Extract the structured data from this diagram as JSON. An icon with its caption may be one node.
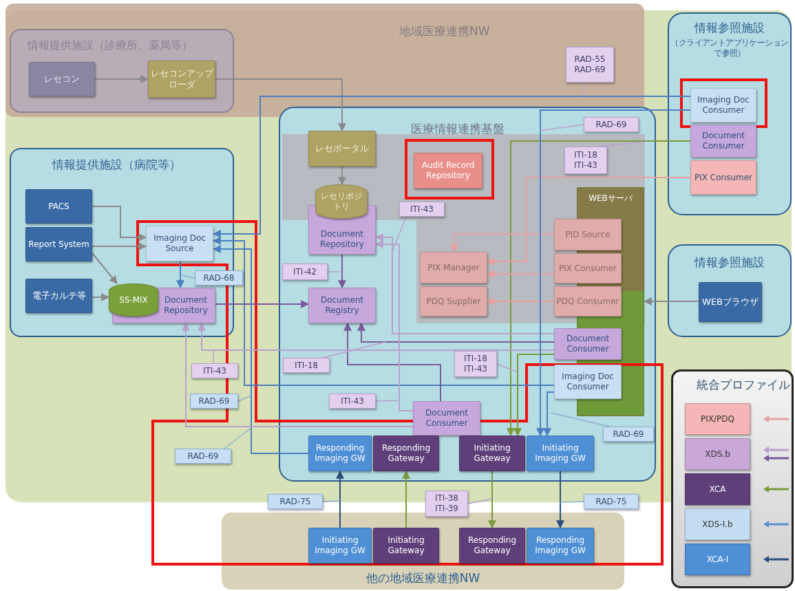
{
  "diagram": {
    "nodes": [
      {
        "text": [
          "地域医療連携NW"
        ]
      },
      {
        "text": [
          "情報提供施設（診療所、薬局等）"
        ],
        "in": 0
      },
      {
        "text": [
          "レセコン"
        ],
        "in": 1
      },
      {
        "text": [
          "レセコンアップローダ"
        ],
        "in": 1
      },
      {
        "text": [
          "情報提供施設（病院等）"
        ]
      },
      {
        "text": [
          "PACS"
        ],
        "in": 4
      },
      {
        "text": [
          "Report System"
        ],
        "in": 4
      },
      {
        "text": [
          "電子カルテ等"
        ],
        "in": 4
      },
      {
        "text": [
          "Imaging Doc Source"
        ],
        "in": 4
      },
      {
        "text": [
          "SS-MIX"
        ],
        "in": 4
      },
      {
        "text": [
          "Document Repository"
        ],
        "in": 4
      },
      {
        "text": [
          "医療情報連携基盤"
        ]
      },
      {
        "text": [
          "レセポータル"
        ],
        "in": 11
      },
      {
        "text": [
          "Audit Record Repository"
        ],
        "in": 11
      },
      {
        "text": [
          "WEBサーバ"
        ],
        "in": 11
      },
      {
        "text": [
          "レセリポジトリ"
        ],
        "in": 11
      },
      {
        "text": [
          "Document Repository"
        ],
        "in": 11
      },
      {
        "text": [
          "PID Source"
        ],
        "in": 11
      },
      {
        "text": [
          "PIX Manager"
        ],
        "in": 11
      },
      {
        "text": [
          "PIX Consumer"
        ],
        "in": 11
      },
      {
        "text": [
          "PDQ Supplier"
        ],
        "in": 11
      },
      {
        "text": [
          "PDQ Consumer"
        ],
        "in": 11
      },
      {
        "text": [
          "Document Registry"
        ],
        "in": 11
      },
      {
        "text": [
          "Document Consumer"
        ],
        "in": 11
      },
      {
        "text": [
          "Imaging Doc Consumer"
        ],
        "in": 11
      },
      {
        "text": [
          "Document Consumer"
        ],
        "in": 11
      },
      {
        "text": [
          "Responding Imaging GW"
        ],
        "in": 11
      },
      {
        "text": [
          "Responding Gateway"
        ],
        "in": 11
      },
      {
        "text": [
          "Initiating Gateway"
        ],
        "in": 11
      },
      {
        "text": [
          "Initiating Imaging GW"
        ],
        "in": 11
      },
      {
        "text": [
          "情報参照施設",
          "（クライアントアプリケーションで参照）"
        ]
      },
      {
        "text": [
          "Imaging Doc Consumer"
        ],
        "in": 30
      },
      {
        "text": [
          "Document Consumer"
        ],
        "in": 30
      },
      {
        "text": [
          "PIX Consumer"
        ],
        "in": 30
      },
      {
        "text": [
          "情報参照施設"
        ]
      },
      {
        "text": [
          "WEBブラウザ"
        ],
        "in": 34
      },
      {
        "text": [
          "他の地域医療連携NW"
        ]
      },
      {
        "text": [
          "Initiating Imaging GW"
        ],
        "in": 36
      },
      {
        "text": [
          "Initiating Gateway"
        ],
        "in": 36
      },
      {
        "text": [
          "Responding Gateway"
        ],
        "in": 36
      },
      {
        "text": [
          "Responding Imaging GW"
        ],
        "in": 36
      },
      {
        "text": [
          "RAD-55 RAD-69"
        ],
        "in": 0
      },
      {
        "text": [
          "RAD-69"
        ],
        "in": 11
      },
      {
        "text": [
          "ITI-18 ITI-43"
        ],
        "in": 11
      },
      {
        "text": [
          "ITI-43"
        ],
        "in": 11
      },
      {
        "text": [
          "ITI-42"
        ],
        "in": 11
      },
      {
        "text": [
          "RAD-68"
        ]
      },
      {
        "text": [
          "ITI-43"
        ]
      },
      {
        "text": [
          "ITI-18"
        ],
        "in": 11
      },
      {
        "text": [
          "ITI-18 ITI-43"
        ],
        "in": 11
      },
      {
        "text": [
          "RAD-69"
        ]
      },
      {
        "text": [
          "ITI-43"
        ],
        "in": 11
      },
      {
        "text": [
          "RAD-69"
        ]
      },
      {
        "text": [
          "RAD-69"
        ],
        "in": 11
      },
      {
        "text": [
          "RAD-75"
        ]
      },
      {
        "text": [
          "ITI-38 ITI-39"
        ]
      },
      {
        "text": [
          "RAD-75"
        ]
      }
    ],
    "edges": [
      {
        "from": 2,
        "to": 3,
        "arrow": "to"
      },
      {
        "from": 3,
        "to": 12,
        "arrow": "to"
      },
      {
        "from": 12,
        "to": 15,
        "arrow": "to"
      },
      {
        "from": 5,
        "to": 8,
        "arrow": "to"
      },
      {
        "from": 6,
        "to": 8,
        "arrow": "to"
      },
      {
        "from": 6,
        "to": 9,
        "arrow": "to"
      },
      {
        "from": 7,
        "to": 9,
        "arrow": "to"
      },
      {
        "from": 8,
        "to": 10,
        "arrow": "to",
        "color": "#4a7fc0"
      },
      {
        "from": 10,
        "to": 22,
        "arrow": "to",
        "color": "#7a5a9a"
      },
      {
        "from": 16,
        "to": 22,
        "arrow": "to",
        "color": "#7a5a9a"
      },
      {
        "from": 31,
        "to": 8,
        "arrow": "to",
        "color": "#4a7fc0"
      },
      {
        "from": 24,
        "to": 8,
        "arrow": "to",
        "color": "#4a7fc0"
      },
      {
        "from": 26,
        "to": 8,
        "arrow": "to",
        "color": "#4a7fc0"
      },
      {
        "from": 32,
        "to": 28,
        "arrow": "to",
        "color": "#7a9a3a"
      },
      {
        "from": 23,
        "to": 28,
        "arrow": "to",
        "color": "#7a9a3a"
      },
      {
        "from": 33,
        "to": 18,
        "arrow": "to",
        "color": "#e8a0a0"
      },
      {
        "from": 17,
        "to": 18,
        "arrow": "to",
        "color": "#e8a0a0"
      },
      {
        "from": 19,
        "to": 18,
        "arrow": "to",
        "color": "#e8a0a0"
      },
      {
        "from": 21,
        "to": 20,
        "arrow": "to",
        "color": "#e8a0a0"
      },
      {
        "from": 35,
        "to": 14,
        "arrow": "to"
      },
      {
        "from": 23,
        "to": 22,
        "arrow": "to",
        "color": "#7a5a9a"
      },
      {
        "from": 25,
        "to": 22,
        "arrow": "to",
        "color": "#7a5a9a"
      },
      {
        "from": 23,
        "to": 16,
        "arrow": "to",
        "color": "#b8a0cc"
      },
      {
        "from": 25,
        "to": 16,
        "arrow": "to",
        "color": "#b8a0cc"
      },
      {
        "from": 23,
        "to": 10,
        "arrow": "to",
        "color": "#b8a0cc"
      },
      {
        "from": 25,
        "to": 10,
        "arrow": "to",
        "color": "#b8a0cc"
      },
      {
        "from": 31,
        "to": 29,
        "arrow": "to",
        "color": "#4a7fc0"
      },
      {
        "from": 24,
        "to": 29,
        "arrow": "to",
        "color": "#4a7fc0"
      },
      {
        "from": 28,
        "to": 39,
        "arrow": "to",
        "color": "#7a9a3a"
      },
      {
        "from": 38,
        "to": 27,
        "arrow": "to",
        "color": "#7a9a3a"
      },
      {
        "from": 29,
        "to": 40,
        "arrow": "to",
        "color": "#2a4f7a"
      },
      {
        "from": 37,
        "to": 26,
        "arrow": "to",
        "color": "#2a4f7a"
      },
      {
        "from": 41,
        "to": null,
        "arrow": "none"
      },
      {
        "from": 42,
        "to": null,
        "arrow": "none"
      },
      {
        "from": 43,
        "to": null,
        "arrow": "none"
      },
      {
        "from": 44,
        "to": null,
        "arrow": "none"
      },
      {
        "from": 45,
        "to": null,
        "arrow": "none"
      },
      {
        "from": 46,
        "to": null,
        "arrow": "none"
      },
      {
        "from": 47,
        "to": null,
        "arrow": "none"
      },
      {
        "from": 48,
        "to": null,
        "arrow": "none"
      },
      {
        "from": 49,
        "to": null,
        "arrow": "none"
      },
      {
        "from": 50,
        "to": null,
        "arrow": "none"
      },
      {
        "from": 51,
        "to": null,
        "arrow": "none"
      },
      {
        "from": 52,
        "to": null,
        "arrow": "none"
      },
      {
        "from": 53,
        "to": null,
        "arrow": "none"
      },
      {
        "from": 54,
        "to": null,
        "arrow": "none"
      },
      {
        "from": 55,
        "to": null,
        "arrow": "none"
      },
      {
        "from": 56,
        "to": null,
        "arrow": "none"
      }
    ],
    "labels": [
      "統合プロファイル"
    ],
    "legend": [
      {
        "text": "PIX/PDQ",
        "color": "#f4b6b6"
      },
      {
        "text": "XDS.b",
        "color": "#c9a8d8"
      },
      {
        "text": "XCA",
        "color": "#5f3f7a"
      },
      {
        "text": "XDS-I.b",
        "color": "#c4ddf2"
      },
      {
        "text": "XCA-I",
        "color": "#4e8fd6"
      }
    ]
  }
}
